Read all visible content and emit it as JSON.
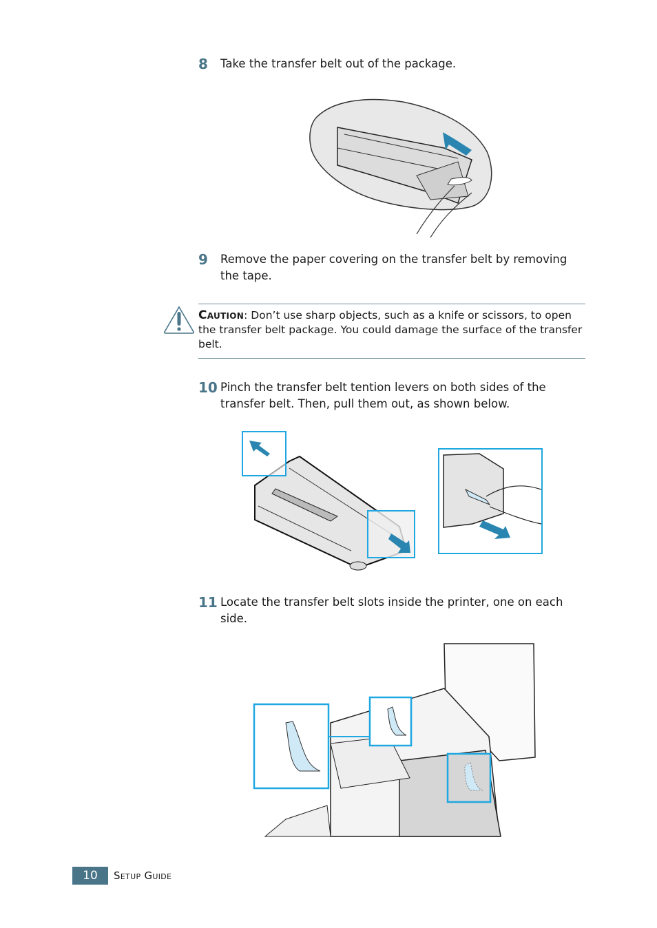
{
  "steps": [
    {
      "number": "8",
      "text": "Take the transfer belt out of the package."
    },
    {
      "number": "9",
      "text": "Remove the paper covering on the transfer belt by removing the tape."
    },
    {
      "number": "10",
      "text": "Pinch the transfer belt tention levers on both sides of the transfer belt. Then, pull them out, as shown below."
    },
    {
      "number": "11",
      "text": "Locate the transfer belt slots inside the printer, one on each side."
    }
  ],
  "caution": {
    "title": "Caution",
    "text": ": Don’t use sharp objects, such as a knife or scissors, to open the transfer belt package. You could damage the surface of the transfer belt."
  },
  "figures": {
    "fig8": "transfer belt in package with hand pulling",
    "fig10a": "transfer belt with levers pulled",
    "fig10b": "pinching lever close-up",
    "fig11": "printer interior with transfer belt slots"
  },
  "colors": {
    "accent": "#4a7589",
    "highlight": "#1ea7e0",
    "arrow": "#2a86b0",
    "slot_fill": "#cfe9f7"
  },
  "footer": {
    "page_number": "10",
    "title": "Setup Guide"
  }
}
